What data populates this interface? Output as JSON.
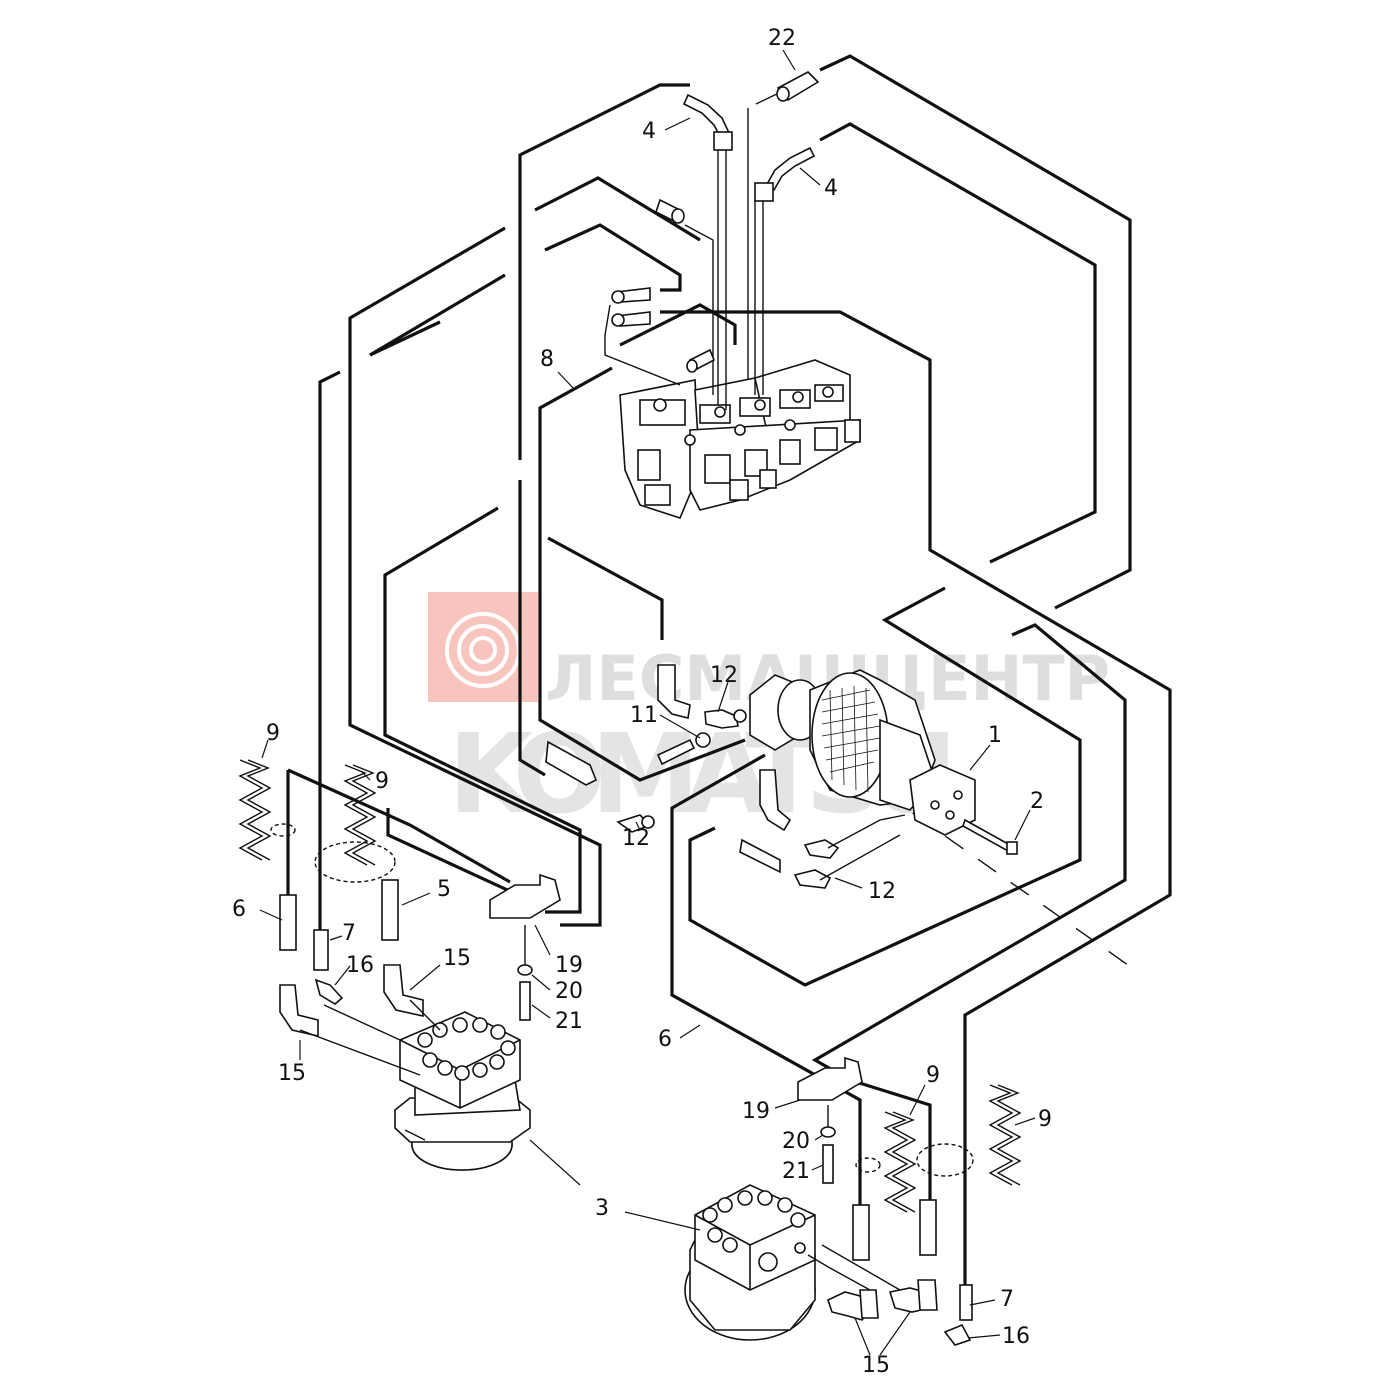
{
  "watermark": {
    "brand_text": "ЛЕСМАШЦЕНТР",
    "logo_text": "KOMATSU",
    "colors": {
      "logo_box": "#f29a8e",
      "text": "#e3e3e3"
    }
  },
  "callouts": [
    {
      "id": "c22",
      "text": "22"
    },
    {
      "id": "c4a",
      "text": "4"
    },
    {
      "id": "c4b",
      "text": "4"
    },
    {
      "id": "c8",
      "text": "8"
    },
    {
      "id": "c12a",
      "text": "12"
    },
    {
      "id": "c11",
      "text": "11"
    },
    {
      "id": "c12b",
      "text": "12"
    },
    {
      "id": "c12c",
      "text": "12"
    },
    {
      "id": "c1",
      "text": "1"
    },
    {
      "id": "c2",
      "text": "2"
    },
    {
      "id": "c9a",
      "text": "9"
    },
    {
      "id": "c9b",
      "text": "9"
    },
    {
      "id": "c5",
      "text": "5"
    },
    {
      "id": "c6a",
      "text": "6"
    },
    {
      "id": "c7a",
      "text": "7"
    },
    {
      "id": "c16a",
      "text": "16"
    },
    {
      "id": "c15a",
      "text": "15"
    },
    {
      "id": "c19a",
      "text": "19"
    },
    {
      "id": "c20a",
      "text": "20"
    },
    {
      "id": "c21a",
      "text": "21"
    },
    {
      "id": "c15b",
      "text": "15"
    },
    {
      "id": "c6b",
      "text": "6"
    },
    {
      "id": "c3",
      "text": "3"
    },
    {
      "id": "c9c",
      "text": "9"
    },
    {
      "id": "c9d",
      "text": "9"
    },
    {
      "id": "c19b",
      "text": "19"
    },
    {
      "id": "c20b",
      "text": "20"
    },
    {
      "id": "c21b",
      "text": "21"
    },
    {
      "id": "c7b",
      "text": "7"
    },
    {
      "id": "c16b",
      "text": "16"
    },
    {
      "id": "c15c",
      "text": "15"
    }
  ]
}
